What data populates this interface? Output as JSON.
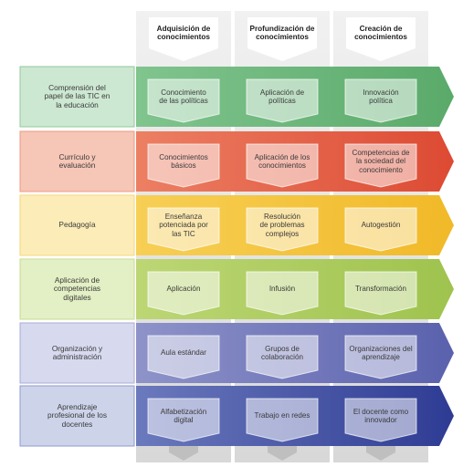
{
  "columns": [
    {
      "label": "Adquisición de\nconocimientos"
    },
    {
      "label": "Profundización de\nconocimientos"
    },
    {
      "label": "Creación de\nconocimientos"
    }
  ],
  "rows": [
    {
      "label": "Comprensión del\npapel de las TIC en\nla educación",
      "light": "#cde8d2",
      "mid": "#80c48e",
      "dark": "#5aaa6a",
      "border": "#8fc89b",
      "cells": [
        "Conocimiento\nde las políticas",
        "Aplicación de\npolíticas",
        "Innovación\npolítica"
      ]
    },
    {
      "label": "Currículo y\nevaluación",
      "light": "#f6c6b6",
      "mid": "#ec7f63",
      "dark": "#dd4a33",
      "border": "#ee9a83",
      "cells": [
        "Conocimientos\nbásicos",
        "Aplicación de los\nconocimientos",
        "Competencias de\nla sociedad del\nconocimiento"
      ]
    },
    {
      "label": "Pedagogía",
      "light": "#fcecb8",
      "mid": "#f7cf55",
      "dark": "#f1b928",
      "border": "#f5d77a",
      "cells": [
        "Enseñanza\npotenciada por\nlas TIC",
        "Resolución\nde problemas\ncomplejos",
        "Autogestión"
      ]
    },
    {
      "label": "Aplicación de\ncompetencias\ndigitales",
      "light": "#e3efc4",
      "mid": "#bcd674",
      "dark": "#9fc34e",
      "border": "#c6dc8f",
      "cells": [
        "Aplicación",
        "Infusión",
        "Transformación"
      ]
    },
    {
      "label": "Organización y\nadministración",
      "light": "#d7d9ee",
      "mid": "#8e93c9",
      "dark": "#5a61ad",
      "border": "#a8acd6",
      "cells": [
        "Aula estándar",
        "Grupos de\ncolaboración",
        "Organizaciones del\naprendizaje"
      ]
    },
    {
      "label": "Aprendizaje\nprofesional de los\ndocentes",
      "light": "#cdd4ea",
      "mid": "#6b79bd",
      "dark": "#2e3b93",
      "border": "#8f9ace",
      "cells": [
        "Alfabetización\ndigital",
        "Trabajo en redes",
        "El docente como\ninnovador"
      ]
    }
  ],
  "colors": {
    "column_top": "#f1f1f1",
    "column_bottom": "#d8d8d8",
    "header_box": "#ffffff",
    "cell_box": "#ffffff"
  }
}
